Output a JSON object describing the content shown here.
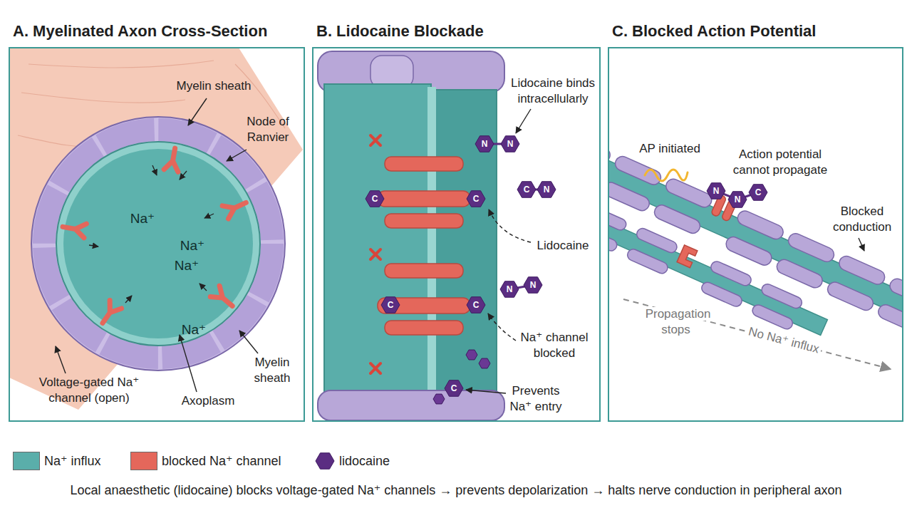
{
  "diagram": {
    "caption": "Local anaesthetic (lidocaine) blocks voltage-gated Na⁺ channels → prevents depolarization → halts nerve conduction in peripheral axon",
    "nodes": [
      {
        "text": [
          "A. Myelinated Axon Cross-Section"
        ]
      },
      {
        "text": [
          "B. Lidocaine Blockade"
        ]
      },
      {
        "text": [
          "C. Blocked Action Potential"
        ]
      }
    ],
    "labels": [
      "Myelin sheath",
      "Node of Ranvier",
      "Na⁺",
      "Na⁺",
      "Na⁺",
      "Na⁺",
      "Myelin sheath",
      "Voltage-gated Na⁺ channel (open)",
      "Axoplasm",
      "Lidocaine binds intracellularly",
      "N",
      "N",
      "C",
      "C",
      "C",
      "N",
      "Lidocaine",
      "N",
      "N",
      "C",
      "C",
      "Na⁺ channel blocked",
      "C",
      "Prevents Na⁺ entry",
      "AP initiated",
      "Action potential cannot propagate",
      "N",
      "N",
      "C",
      "Blocked conduction",
      "Propagation stops",
      "No Na⁺ influx"
    ],
    "legend": [
      {
        "text": "Na⁺ influx",
        "color": "#5aaeaa"
      },
      {
        "text": "blocked Na⁺ channel",
        "color": "#e4675b"
      },
      {
        "text": "lidocaine"
      }
    ]
  }
}
